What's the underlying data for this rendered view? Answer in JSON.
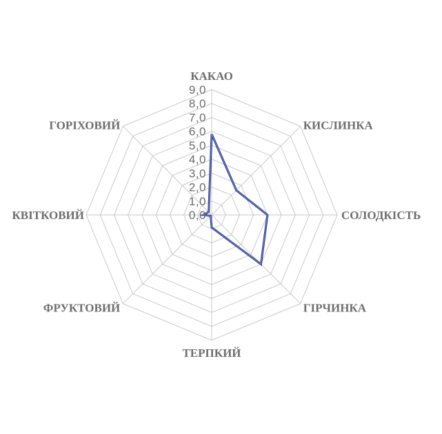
{
  "chart_data": {
    "type": "radar",
    "categories": [
      "КАКАО",
      "КИСЛИНКА",
      "СОЛОДКІСТЬ",
      "ГІРЧИНКА",
      "ТЕРПКИЙ",
      "ФРУКТОВИЙ",
      "КВІТКОВИЙ",
      "ГОРІХОВИЙ"
    ],
    "series": [
      {
        "values": [
          5.8,
          2.5,
          4.0,
          5.0,
          0.9,
          0.1,
          0.6,
          0.3
        ]
      }
    ],
    "rlim": [
      0,
      9
    ],
    "ticks": [
      "0,0",
      "1,0",
      "2,0",
      "3,0",
      "4,0",
      "5,0",
      "6,0",
      "7,0",
      "8,0",
      "9,0"
    ],
    "grid": true,
    "legend": "none",
    "colors": {
      "series": "#2f3f8f",
      "grid": "#c8c8c8",
      "labels": "#6e6e6e"
    }
  }
}
